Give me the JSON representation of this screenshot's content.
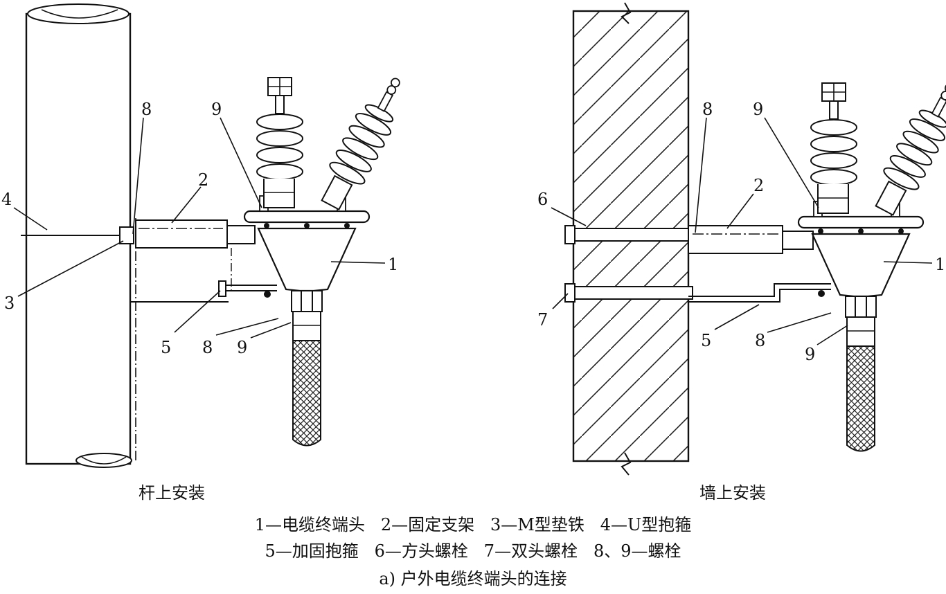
{
  "diagram": {
    "left_callouts": [
      "8",
      "9",
      "2",
      "4",
      "3",
      "1",
      "5",
      "8",
      "9"
    ],
    "right_callouts": [
      "8",
      "9",
      "6",
      "2",
      "1",
      "7",
      "5",
      "8",
      "9"
    ],
    "captions": {
      "pole": "杆上安装",
      "wall": "墙上安装"
    },
    "legend_line1": "1—电缆终端头   2—固定支架   3—M型垫铁   4—U型抱箍",
    "legend_line2": "5—加固抱箍   6—方头螺栓   7—双头螺栓   8、9—螺栓",
    "figure_caption": "a) 户外电缆终端头的连接"
  }
}
